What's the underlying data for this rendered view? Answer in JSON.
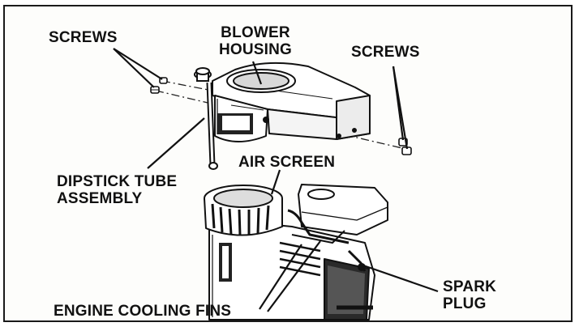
{
  "labels": {
    "screws_left": "SCREWS",
    "blower_housing": [
      "BLOWER",
      "HOUSING"
    ],
    "screws_right": "SCREWS",
    "air_screen": "AIR SCREEN",
    "dipstick_tube_assembly": [
      "DIPSTICK TUBE",
      "ASSEMBLY"
    ],
    "spark_plug": [
      "SPARK",
      "PLUG"
    ],
    "engine_cooling_fins": "ENGINE COOLING FINS"
  },
  "icons": {
    "blower_housing": "blower-housing-drawing",
    "engine": "engine-drawing",
    "dipstick": "dipstick-tube-drawing",
    "screws": "screw-drawing"
  }
}
